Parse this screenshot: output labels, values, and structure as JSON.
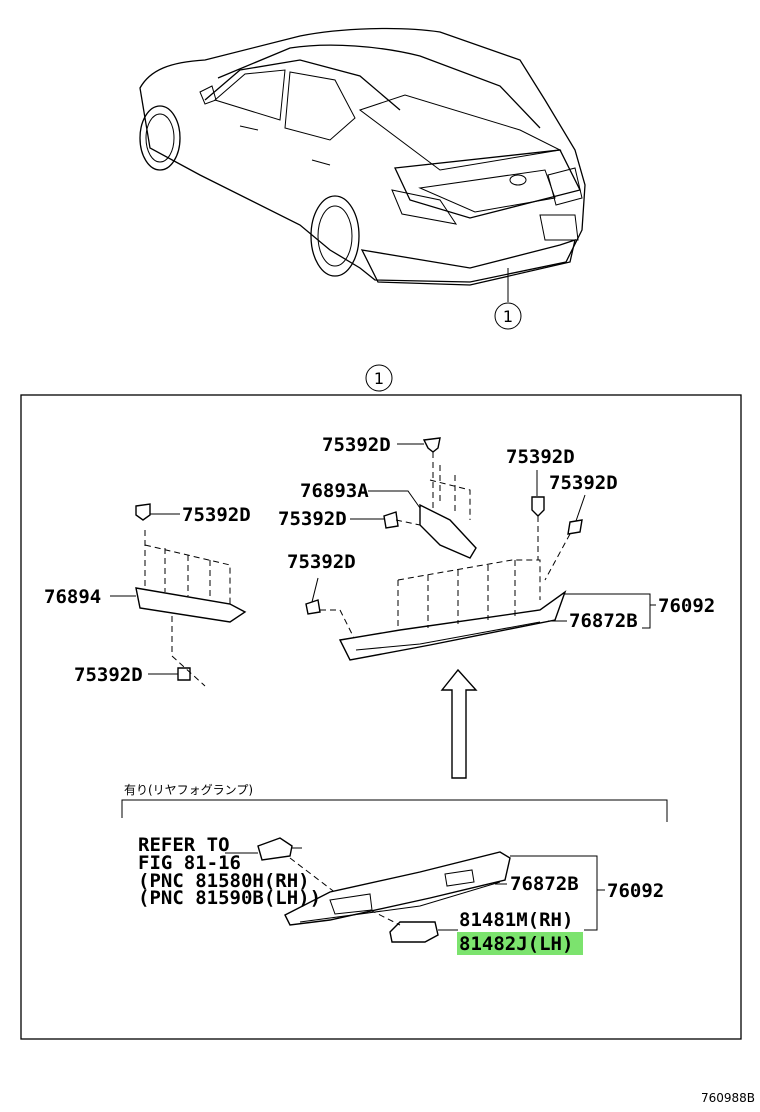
{
  "callouts": {
    "car_ref": "1",
    "section_ref": "1"
  },
  "labels": {
    "p75392d_a": "75392D",
    "p75392d_b": "75392D",
    "p75392d_c": "75392D",
    "p76893a": "76893A",
    "p75392d_d": "75392D",
    "p75392d_e": "75392D",
    "p75392d_f": "75392D",
    "p76894": "76894",
    "p76092_a": "76092",
    "p76872b_a": "76872B",
    "p75392d_g": "75392D"
  },
  "sub_assembly": {
    "title": "有り(リヤフォグランプ)",
    "refer_line1": "REFER TO",
    "refer_line2": "FIG 81-16",
    "refer_line3": "(PNC 81580H(RH)",
    "refer_line4": "(PNC 81590B(LH))",
    "p76872b": "76872B",
    "p76092": "76092",
    "p81481m": "81481M(RH)",
    "p81482j": "81482J(LH)"
  },
  "highlight": {
    "color": "#7CE36E",
    "part": "81482J(LH)"
  },
  "figure_code": "760988B"
}
